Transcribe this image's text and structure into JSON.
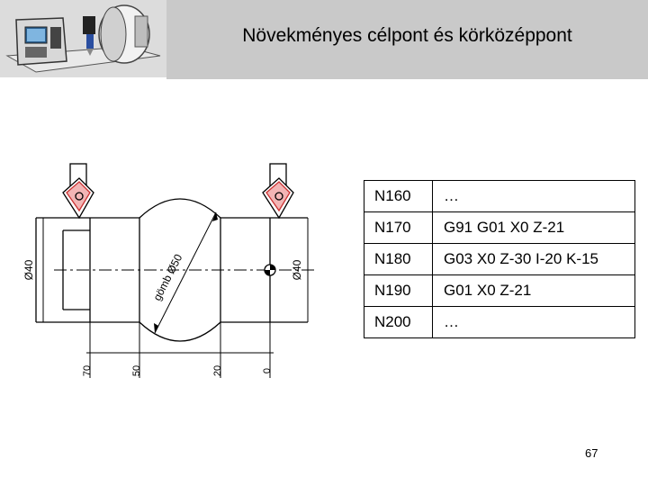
{
  "header": {
    "title": "Növekményes célpont és körközéppont"
  },
  "drawing": {
    "left_diameter": "Ø40",
    "right_diameter": "Ø40",
    "sphere_label": "gömb Ø50",
    "dims": [
      "70",
      "50",
      "20",
      "0"
    ]
  },
  "program": {
    "rows": [
      {
        "n": "N160",
        "code": "…"
      },
      {
        "n": "N170",
        "code": "G91 G01 X0 Z-21"
      },
      {
        "n": "N180",
        "code": "G03 X0 Z-30 I-20 K-15"
      },
      {
        "n": "N190",
        "code": "G01 X0 Z-21"
      },
      {
        "n": "N200",
        "code": "…"
      }
    ]
  },
  "footer": {
    "page_number": "67"
  }
}
